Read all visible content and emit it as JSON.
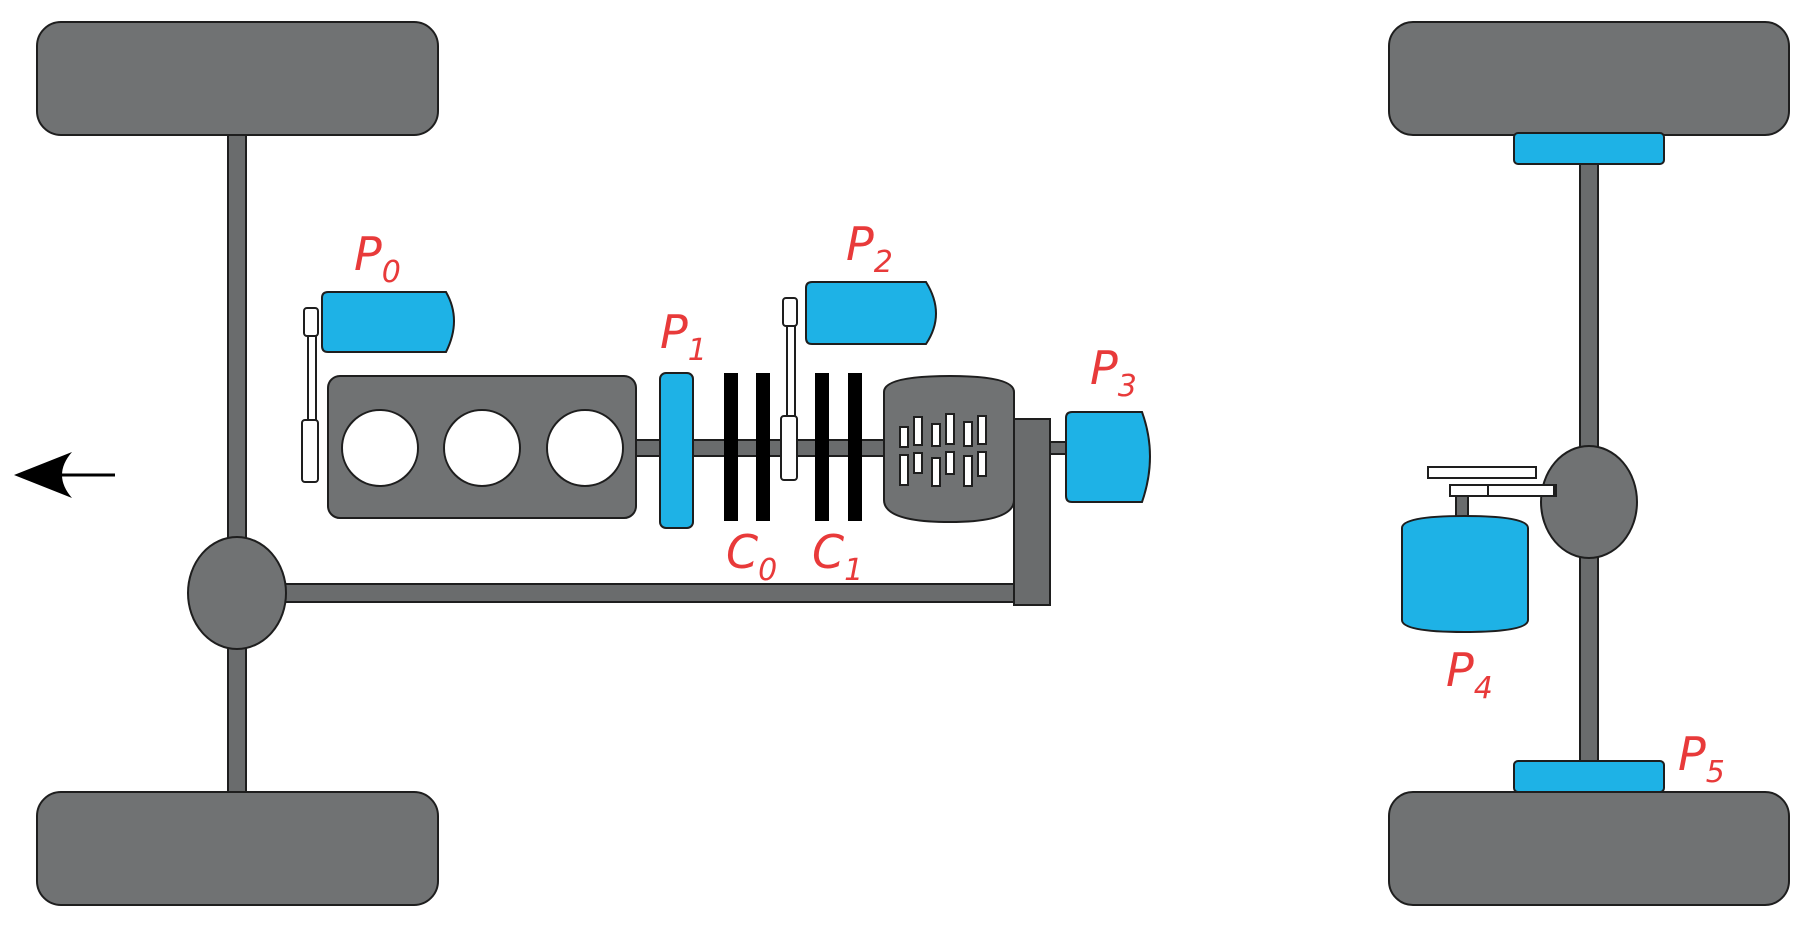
{
  "labels": {
    "p0": {
      "letter": "P",
      "sub": "0"
    },
    "p1": {
      "letter": "P",
      "sub": "1"
    },
    "p2": {
      "letter": "P",
      "sub": "2"
    },
    "p3": {
      "letter": "P",
      "sub": "3"
    },
    "p4": {
      "letter": "P",
      "sub": "4"
    },
    "p5": {
      "letter": "P",
      "sub": "5"
    },
    "c0": {
      "letter": "C",
      "sub": "0"
    },
    "c1": {
      "letter": "C",
      "sub": "1"
    }
  },
  "colors": {
    "component": "#1eb2e6",
    "chassis": "#707273",
    "label": "#e83a3a",
    "clutch": "#000000"
  },
  "icons": {
    "direction": "arrow-left-icon"
  }
}
